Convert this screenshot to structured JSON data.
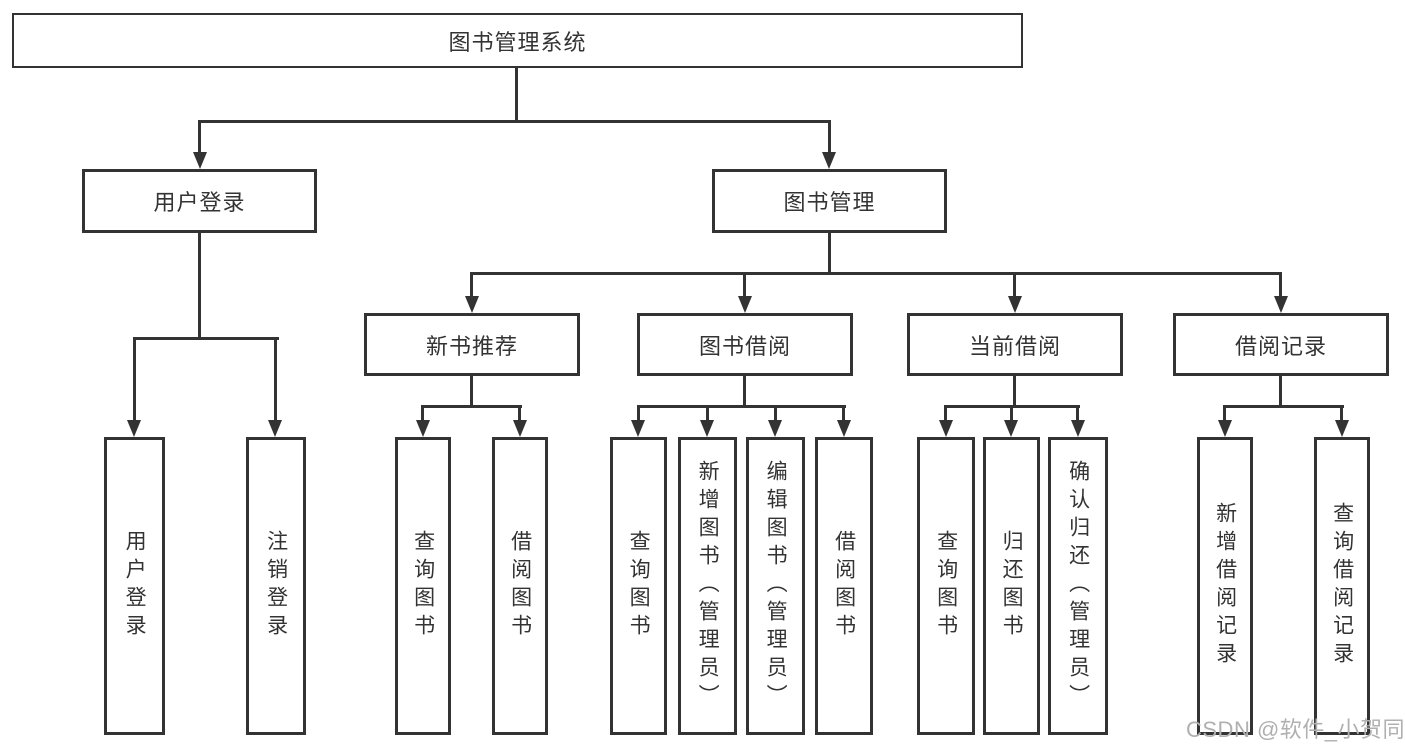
{
  "diagram_title": "图书管理系统",
  "nodes": {
    "root": "图书管理系统",
    "user_login": "用户登录",
    "book_management": "图书管理",
    "new_book_recommend": "新书推荐",
    "book_borrowing": "图书借阅",
    "current_borrowing": "当前借阅",
    "borrowing_records": "借阅记录",
    "leaf_user_login": "用户登录",
    "leaf_logout": "注销登录",
    "leaf_query_book_1": "查询图书",
    "leaf_borrow_book_1": "借阅图书",
    "leaf_query_book_2": "查询图书",
    "leaf_add_book_admin": "新增图书（管理员）",
    "leaf_edit_book_admin": "编辑图书（管理员）",
    "leaf_borrow_book_2": "借阅图书",
    "leaf_query_book_3": "查询图书",
    "leaf_return_book": "归还图书",
    "leaf_confirm_return_admin": "确认归还（管理员）",
    "leaf_add_borrow_record": "新增借阅记录",
    "leaf_query_borrow_record": "查询借阅记录"
  },
  "hierarchy": {
    "label": "图书管理系统",
    "children": [
      {
        "label": "用户登录",
        "children": [
          {
            "label": "用户登录"
          },
          {
            "label": "注销登录"
          }
        ]
      },
      {
        "label": "图书管理",
        "children": [
          {
            "label": "新书推荐",
            "children": [
              {
                "label": "查询图书"
              },
              {
                "label": "借阅图书"
              }
            ]
          },
          {
            "label": "图书借阅",
            "children": [
              {
                "label": "查询图书"
              },
              {
                "label": "新增图书（管理员）"
              },
              {
                "label": "编辑图书（管理员）"
              },
              {
                "label": "借阅图书"
              }
            ]
          },
          {
            "label": "当前借阅",
            "children": [
              {
                "label": "查询图书"
              },
              {
                "label": "归还图书"
              },
              {
                "label": "确认归还（管理员）"
              }
            ]
          },
          {
            "label": "借阅记录",
            "children": [
              {
                "label": "新增借阅记录"
              },
              {
                "label": "查询借阅记录"
              }
            ]
          }
        ]
      }
    ]
  },
  "watermark": "CSDN @软件_小贺同学",
  "colors": {
    "line": "#333333",
    "text": "#333333",
    "box_background": "#ffffff",
    "page_background": "#ffffff",
    "watermark": "#b0b0b0"
  }
}
